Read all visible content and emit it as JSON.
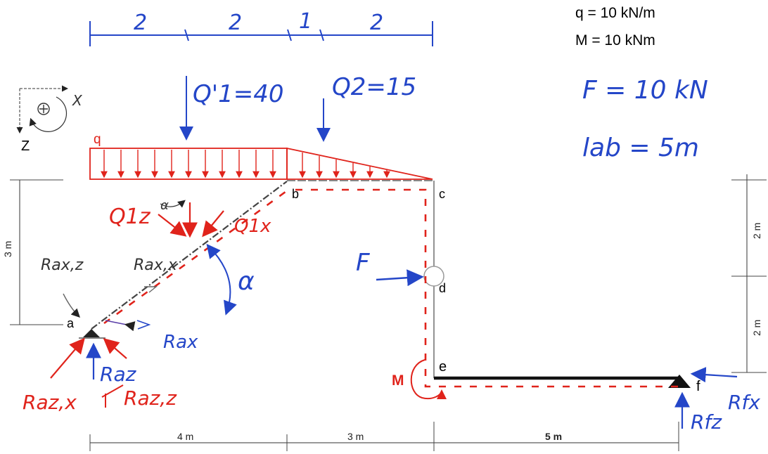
{
  "given": {
    "q_line": "q = 10 kN/m",
    "M_line": "M = 10 kNm",
    "F_value": "F = 10 kN",
    "lab_value": "lab = 5m"
  },
  "top_dimensions": [
    "2",
    "2",
    "1",
    "2"
  ],
  "loads": {
    "Q1": "Q'1=40",
    "Q2": "Q2=15",
    "q_label": "q",
    "Q1z": "Q1z",
    "Q1x": "Q1x",
    "F": "F",
    "M": "M",
    "alpha": "α"
  },
  "points": {
    "a": "a",
    "b": "b",
    "c": "c",
    "d": "d",
    "e": "e",
    "f": "f"
  },
  "axes": {
    "x": "X",
    "z": "Z"
  },
  "reactions": {
    "Raxz": "Rax,z",
    "Raxx": "Rax,x",
    "Rax": "Rax",
    "Raz": "Raz",
    "Razx": "Raz,x",
    "Razz": "Raz,z",
    "Rfz": "Rfz",
    "Rfx": "Rfx"
  },
  "bottom_dimensions": [
    "4 m",
    "3 m",
    "5 m"
  ],
  "left_dimension": "3 m",
  "right_dimensions": [
    "2 m",
    "2 m"
  ],
  "colors": {
    "load": "#e0231b",
    "ink_blue": "#2446c8",
    "structure": "#111111",
    "diagonal": "#444444",
    "dashed_path": "#e0231b"
  }
}
